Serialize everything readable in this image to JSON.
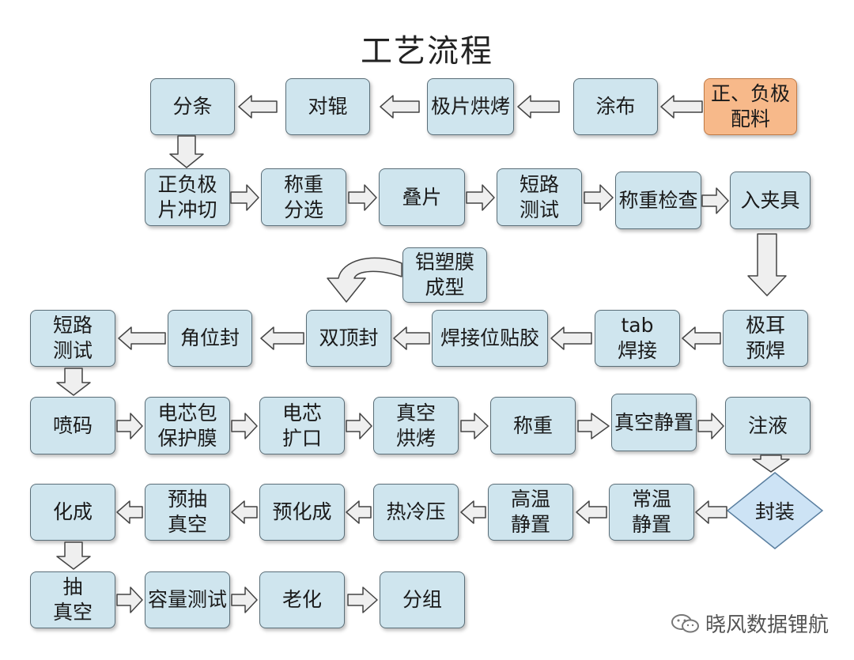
{
  "title": "工艺流程",
  "nodes": {
    "n1": "正、负极\n配料",
    "n2": "涂布",
    "n3": "极片烘烤",
    "n4": "对辊",
    "n5": "分条",
    "n6": "正负极\n片冲切",
    "n7": "称重\n分选",
    "n8": "叠片",
    "n9": "短路\n测试",
    "n10": "称重检查",
    "n11": "入夹具",
    "n12": "极耳\n预焊",
    "n13": "tab\n焊接",
    "n14": "焊接位贴胶",
    "n15": "双顶封",
    "n16": "铝塑膜\n成型",
    "n17": "角位封",
    "n18": "短路\n测试",
    "n19": "喷码",
    "n20": "电芯包\n保护膜",
    "n21": "电芯\n扩口",
    "n22": "真空\n烘烤",
    "n23": "称重",
    "n24": "真空静置",
    "n25": "注液",
    "n26": "封装",
    "n27": "常温\n静置",
    "n28": "高温\n静置",
    "n29": "热冷压",
    "n30": "预化成",
    "n31": "预抽\n真空",
    "n32": "化成",
    "n33": "抽\n真空",
    "n34": "容量测试",
    "n35": "老化",
    "n36": "分组"
  },
  "watermark": "晓风数据锂航",
  "colors": {
    "node_fill": "#cfe5ee",
    "start_fill": "#f7b98a",
    "diamond_fill": "#cde3f5",
    "arrow_fill": "#ececec"
  }
}
